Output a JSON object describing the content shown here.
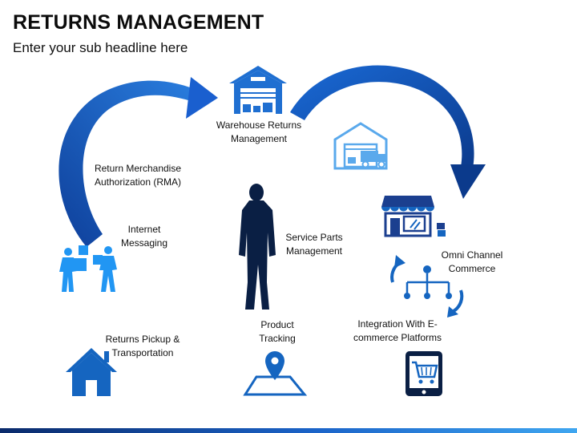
{
  "header": {
    "title": "RETURNS MANAGEMENT",
    "subtitle": "Enter your sub headline here"
  },
  "colors": {
    "dark_blue": "#0d3b8e",
    "mid_blue": "#1565c0",
    "light_blue": "#2196f3",
    "pale_blue": "#5aa9ec",
    "navy": "#0a1f44"
  },
  "items": {
    "warehouse": {
      "line1": "Warehouse Returns",
      "line2": "Management",
      "icon": "warehouse-icon"
    },
    "rma": {
      "line1": "Return Merchandise",
      "line2": "Authorization (RMA)"
    },
    "internet": {
      "line1": "Internet",
      "line2": "Messaging",
      "icon": "people-carrying-boxes-icon"
    },
    "service": {
      "line1": "Service Parts",
      "line2": "Management",
      "icon": "businessman-silhouette-icon"
    },
    "omni": {
      "line1": "Omni Channel",
      "line2": "Commerce",
      "icon": "storefront-icon"
    },
    "integration": {
      "line1": "Integration With E-",
      "line2": "commerce Platforms",
      "icon": "tablet-cart-icon"
    },
    "pickup": {
      "line1": "Returns Pickup &",
      "line2": "Transportation",
      "icon": "home-icon"
    },
    "tracking": {
      "line1": "Product",
      "line2": "Tracking",
      "icon": "map-pin-icon"
    },
    "truck": {
      "icon": "warehouse-truck-icon"
    },
    "network": {
      "icon": "network-cycle-icon"
    }
  }
}
